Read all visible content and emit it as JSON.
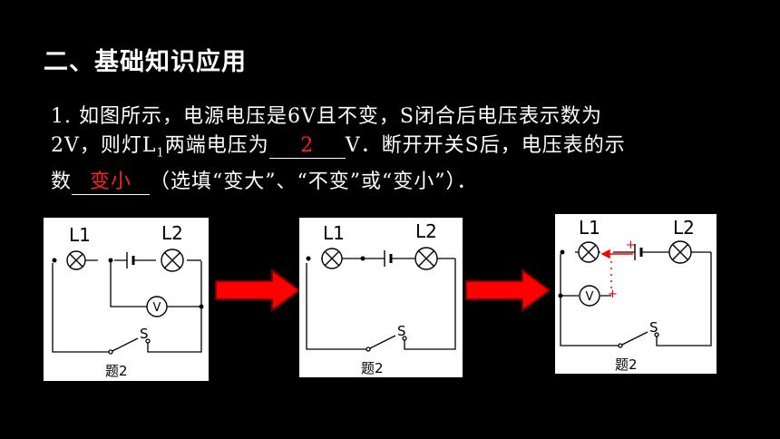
{
  "title": "二、基础知识应用",
  "question": {
    "line1": "1. 如图所示，电源电压是6V且不变，S闭合后电压表示数为",
    "line2_a": "2V，则灯L",
    "line2_sub": "1",
    "line2_b": "两端电压为",
    "answer1": "2",
    "line2_c": "V．断开开关S后，电压表的示",
    "line3_a": "数",
    "answer2": "变小",
    "line3_b": "（选填“变大”、“不变”或“变小”）．"
  },
  "figures": [
    {
      "l1": "L1",
      "l2": "L2",
      "meter": "V",
      "switch": "S",
      "caption": "题2"
    },
    {
      "l1": "L1",
      "l2": "L2",
      "switch": "S",
      "caption": "题2"
    },
    {
      "l1": "L1",
      "l2": "L2",
      "meter": "V",
      "switch": "S",
      "caption": "题2",
      "plus1": "+",
      "plus2": "+"
    }
  ],
  "colors": {
    "background": "#000000",
    "answer": "#ff2020",
    "arrow": "#ff0000"
  }
}
